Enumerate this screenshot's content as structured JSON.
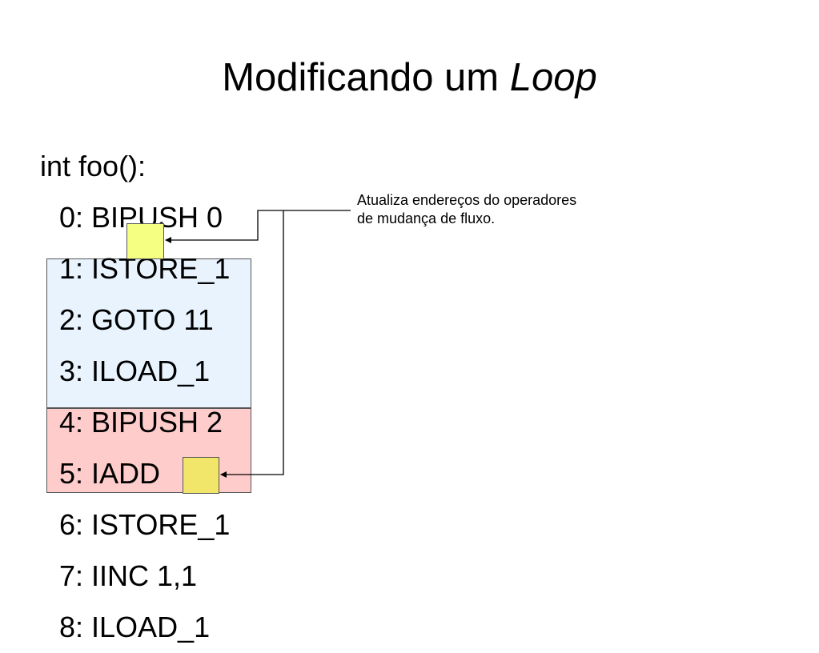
{
  "title": {
    "text": "Modificando um ",
    "emphasis": "Loop"
  },
  "code": {
    "header": "int foo():",
    "lines": [
      "0: BIPUSH 0",
      "1: ISTORE_1",
      "2: GOTO 11",
      "3: ILOAD_1",
      "4: BIPUSH 2",
      "5: IADD",
      "6: ISTORE_1",
      "7: IINC 1,1",
      "8: ILOAD_1"
    ]
  },
  "annotation": {
    "line1": "Atualiza endereços do operadores",
    "line2": "de mudança de fluxo."
  },
  "colors": {
    "block_blue": "#e8f3fe",
    "block_red": "#ffcccc",
    "marker_1": "#f5ff82",
    "marker_2": "#f1e56a"
  }
}
